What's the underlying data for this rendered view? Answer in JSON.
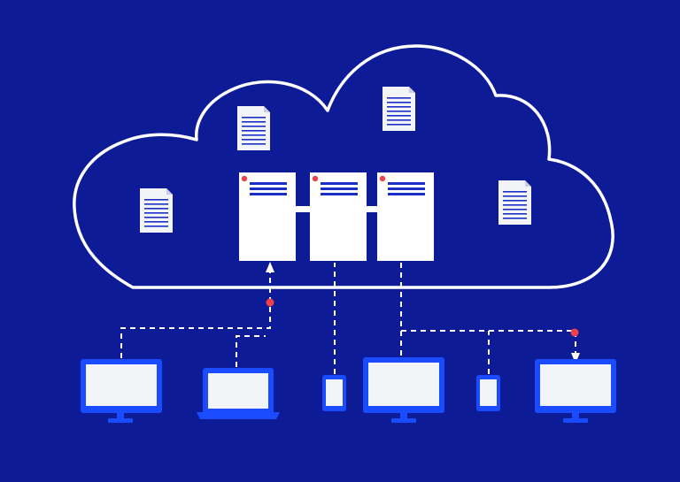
{
  "colors": {
    "background": "#0d1b96",
    "cloud_outline": "#ffffff",
    "server_body": "#ffffff",
    "server_stripe": "#1b2fc8",
    "status_dot": "#f0404c",
    "device_frame": "#1b4bff",
    "device_screen": "#f2f4f8",
    "document_lines": "#1b2fc8",
    "connection_line": "#ffffff"
  },
  "icons": {
    "cloud": "cloud-outline",
    "server": "server-rack",
    "document": "document-page",
    "desktop": "desktop-monitor",
    "laptop": "laptop",
    "phone": "smartphone"
  },
  "cloud": {
    "documents": [
      "document-1",
      "document-2",
      "document-3",
      "document-4"
    ],
    "servers": [
      "server-1",
      "server-2",
      "server-3"
    ]
  },
  "devices": [
    "desktop-1",
    "laptop-1",
    "phone-1",
    "desktop-2",
    "phone-2",
    "desktop-3"
  ]
}
